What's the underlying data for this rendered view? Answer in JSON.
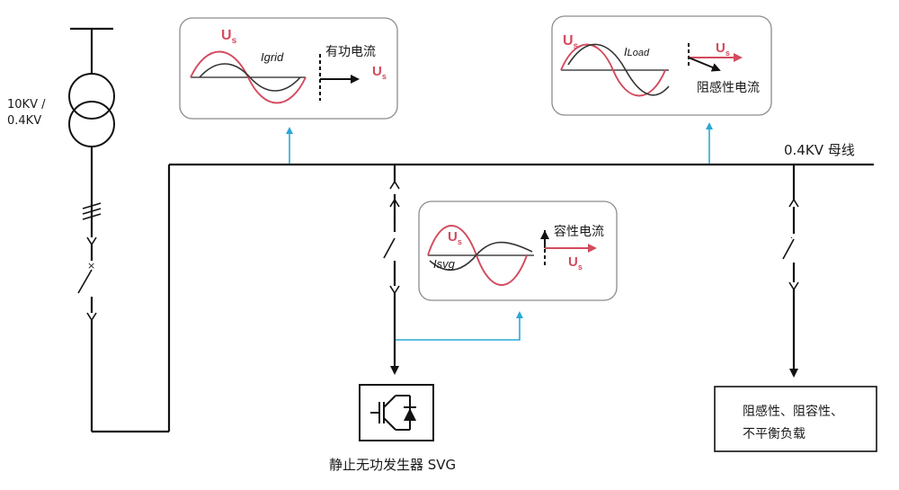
{
  "transformer": {
    "label_line1": "10KV /",
    "label_line2": "0.4KV"
  },
  "bus": {
    "label": "0.4KV 母线"
  },
  "panels": {
    "grid": {
      "us_label": "U",
      "us_sub": "s",
      "current_label": "Igrid",
      "text_label": "有功电流",
      "arrow_us": "U",
      "arrow_us_sub": "s"
    },
    "load": {
      "us_label": "U",
      "us_sub": "s",
      "current_label": "I",
      "current_sub": "Load",
      "text_label": "阻感性电流",
      "arrow_us": "U",
      "arrow_us_sub": "s"
    },
    "svg": {
      "us_label": "U",
      "us_sub": "s",
      "current_label": "Isvg",
      "text_label": "容性电流",
      "arrow_us": "U",
      "arrow_us_sub": "s"
    }
  },
  "svg_device": {
    "caption": "静止无功发生器 SVG"
  },
  "load_box": {
    "line1": "阻感性、阻容性、",
    "line2": "不平衡负载"
  },
  "colors": {
    "us_red": "#d24b5e",
    "link_blue": "#2aa8d6",
    "line_black": "#111111"
  }
}
